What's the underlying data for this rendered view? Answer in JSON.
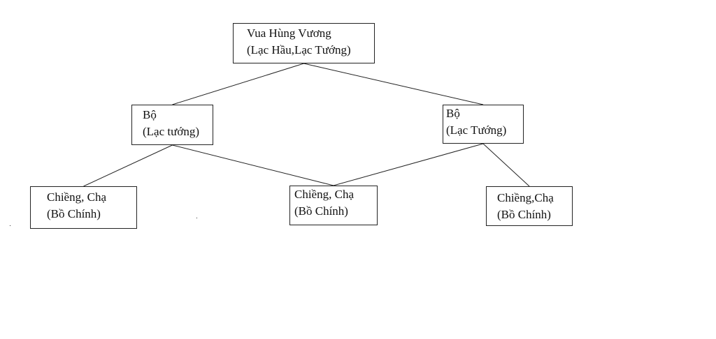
{
  "nodes": {
    "root": {
      "line1": "Vua Hùng Vương",
      "line2": "(Lạc Hầu,Lạc Tướng)"
    },
    "bo_left": {
      "line1": "Bộ",
      "line2": "(Lạc tướng)"
    },
    "bo_right": {
      "line1": "Bộ",
      "line2": "(Lạc Tướng)"
    },
    "chieng_left": {
      "line1": "Chiềng, Chạ",
      "line2": "(Bồ Chính)"
    },
    "chieng_mid": {
      "line1": "Chiềng, Chạ",
      "line2": "(Bồ Chính)"
    },
    "chieng_right": {
      "line1": "Chiềng,Chạ",
      "line2": "(Bồ Chính)"
    }
  },
  "edges": [
    {
      "from": "root",
      "to": "bo_left"
    },
    {
      "from": "root",
      "to": "bo_right"
    },
    {
      "from": "bo_left",
      "to": "chieng_left"
    },
    {
      "from": "bo_left",
      "to": "chieng_mid"
    },
    {
      "from": "bo_right",
      "to": "chieng_mid"
    },
    {
      "from": "bo_right",
      "to": "chieng_right"
    }
  ]
}
